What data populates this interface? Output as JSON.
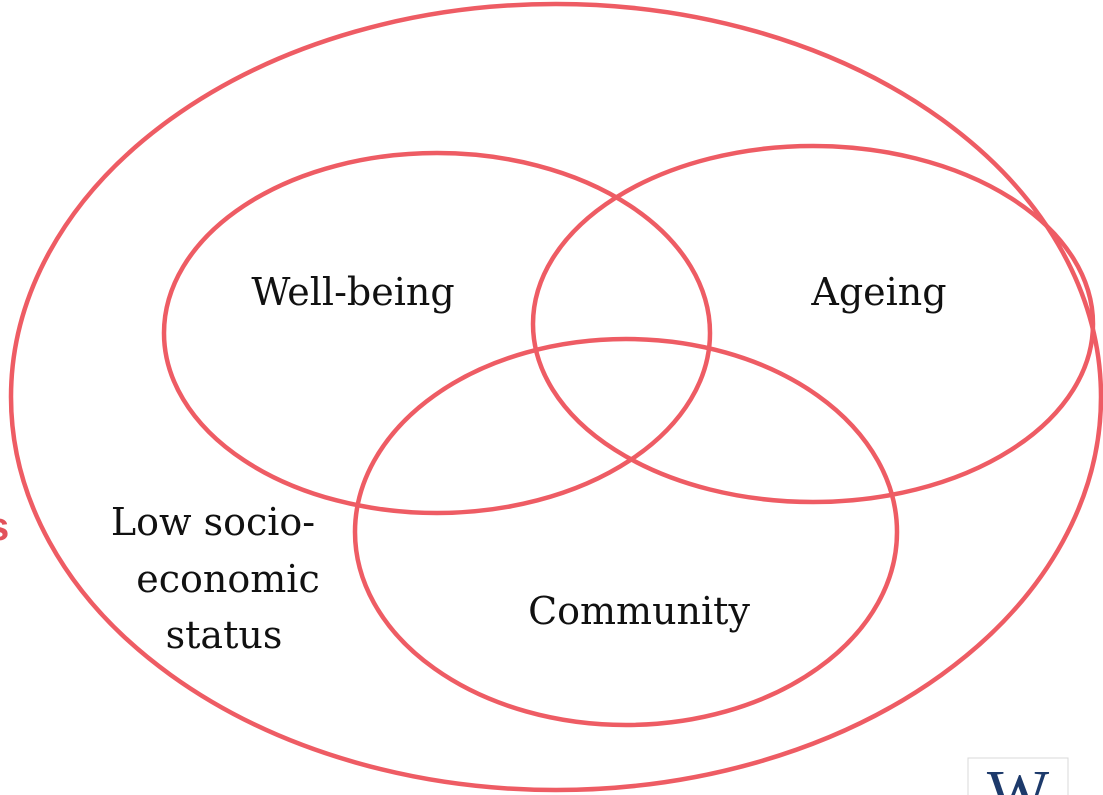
{
  "diagram": {
    "outer_set": {
      "label_lines": [
        "Low socio-",
        "economic",
        "status"
      ]
    },
    "sets": [
      {
        "id": "well-being",
        "label": "Well-being"
      },
      {
        "id": "ageing",
        "label": "Ageing"
      },
      {
        "id": "community",
        "label": "Community"
      }
    ]
  },
  "edge_fragment": "s",
  "logo": {
    "text": "W"
  },
  "colors": {
    "ring": "#ee5c64",
    "edge_fragment": "#e2515a",
    "logo": "#1d3a6b",
    "text": "#111111"
  }
}
